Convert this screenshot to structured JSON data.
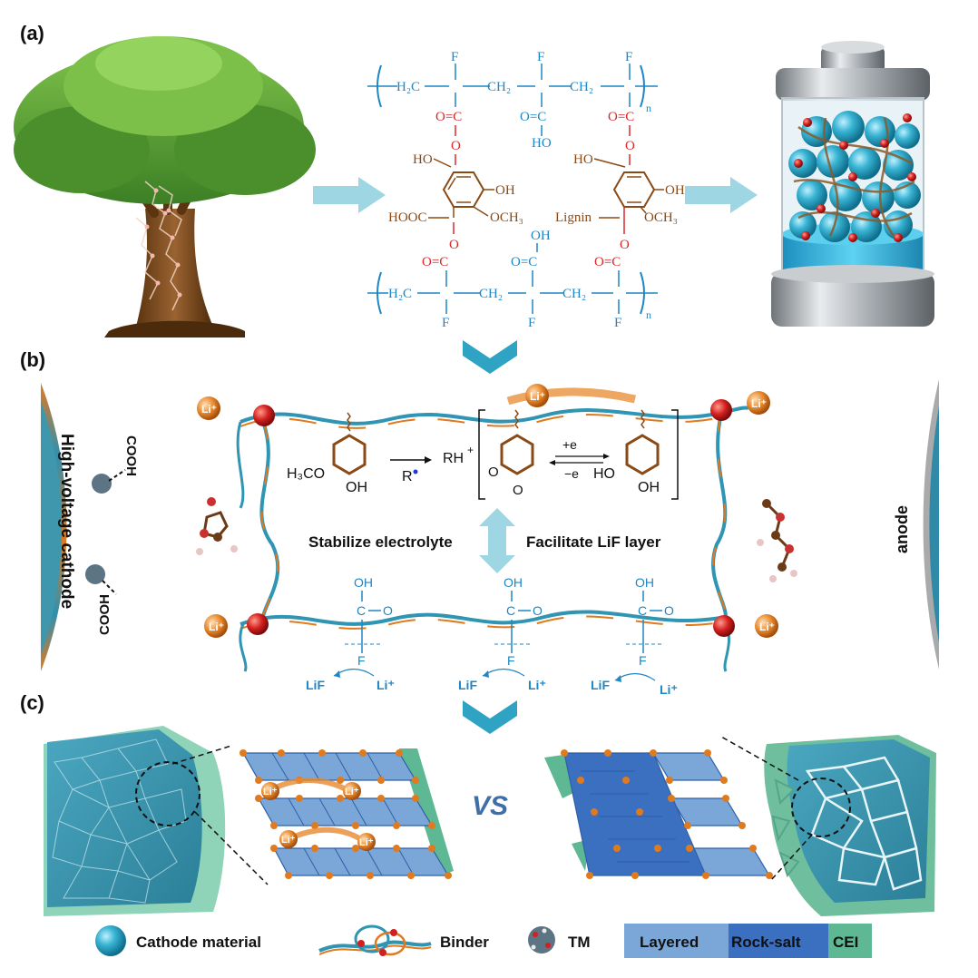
{
  "panels": {
    "a": "(a)",
    "b": "(b)",
    "c": "(c)"
  },
  "polymer": {
    "top": {
      "h2c": "H₂C",
      "ch2_1": "CH₂",
      "ch2_2": "CH₂",
      "f1": "F",
      "f2": "F",
      "f3": "F",
      "n": "n",
      "co1": "O=C",
      "o1": "O",
      "co_mid": "O=C",
      "ho_mid": "HO",
      "co3": "O=C",
      "o3": "O"
    },
    "bottom": {
      "h2c": "H₂C",
      "ch2_1": "CH₂",
      "ch2_2": "CH₂",
      "f1": "F",
      "f2": "F",
      "f3": "F",
      "n": "n",
      "o1": "O",
      "co1": "O=C",
      "oh_mid": "OH",
      "co_mid": "O=C",
      "o3": "O",
      "co3": "O=C"
    },
    "lignin_left": {
      "ho": "HO",
      "oh": "OH",
      "hooc": "HOOC",
      "och3": "OCH₃"
    },
    "lignin_right": {
      "ho": "HO",
      "oh": "OH",
      "lignin": "Lignin",
      "och3": "OCH₃"
    }
  },
  "panel_b": {
    "li": "Li⁺",
    "h3co": "H₃CO",
    "oh": "OH",
    "r_dot": "R",
    "rh_plus": "RH",
    "plus_e": "+e",
    "minus_e": "−e",
    "ho": "HO",
    "stabilize": "Stabilize electrolyte",
    "facilitate": "Facilitate LiF layer",
    "cooh_group": {
      "oh": "OH",
      "c": "C",
      "o": "O",
      "f": "F"
    },
    "lif": "LiF",
    "li_plain": "Li⁺",
    "cathode_label": "High-voltage cathode",
    "cooh": "COOH",
    "anode": "anode"
  },
  "panel_c": {
    "vs": "VS",
    "li": "Li⁺"
  },
  "legend": {
    "cathode_material": "Cathode material",
    "binder": "Binder",
    "tm": "TM",
    "layered": "Layered",
    "rock_salt": "Rock-salt",
    "cei": "CEI"
  },
  "colors": {
    "polymer_blue": "#1f86c4",
    "ester_red": "#d8282a",
    "lignin_brown": "#8a4a16",
    "arrow_teal": "#7fc7d9",
    "chevron": "#2fa3c4",
    "cathode_teal": "#3f93a8",
    "cei_green": "#5fb894",
    "layered_blue": "#7aa7d8",
    "rocksalt_blue": "#3b6fc0",
    "li_orange": "#e07a1f"
  }
}
